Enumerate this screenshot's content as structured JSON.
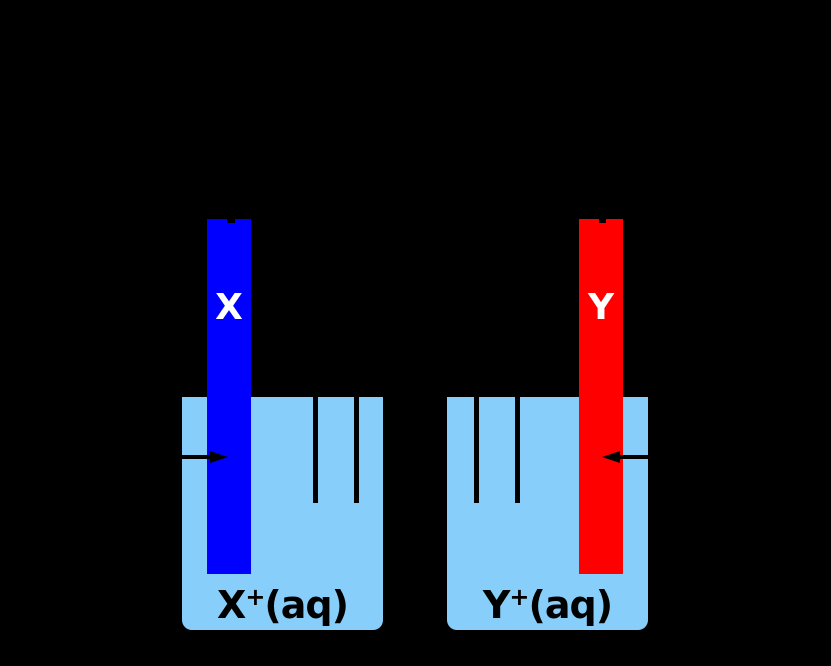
{
  "diagram": {
    "title": "two-beaker electrode cell",
    "background_color": "#000000",
    "solution_color": "#87CEFA",
    "line_color": "#000000",
    "cells": [
      {
        "side": "left",
        "electrode": {
          "label": "X",
          "color": "#0000FF",
          "label_color": "#FFFFFF"
        },
        "solution_label": {
          "element": "X",
          "charge": "+",
          "state": "(aq)"
        },
        "arrow": {
          "direction": "right",
          "color": "#000000"
        },
        "salt_bridge_line_count": 2
      },
      {
        "side": "right",
        "electrode": {
          "label": "Y",
          "color": "#FF0000",
          "label_color": "#FFFFFF"
        },
        "solution_label": {
          "element": "Y",
          "charge": "+",
          "state": "(aq)"
        },
        "arrow": {
          "direction": "left",
          "color": "#000000"
        },
        "salt_bridge_line_count": 2
      }
    ]
  }
}
